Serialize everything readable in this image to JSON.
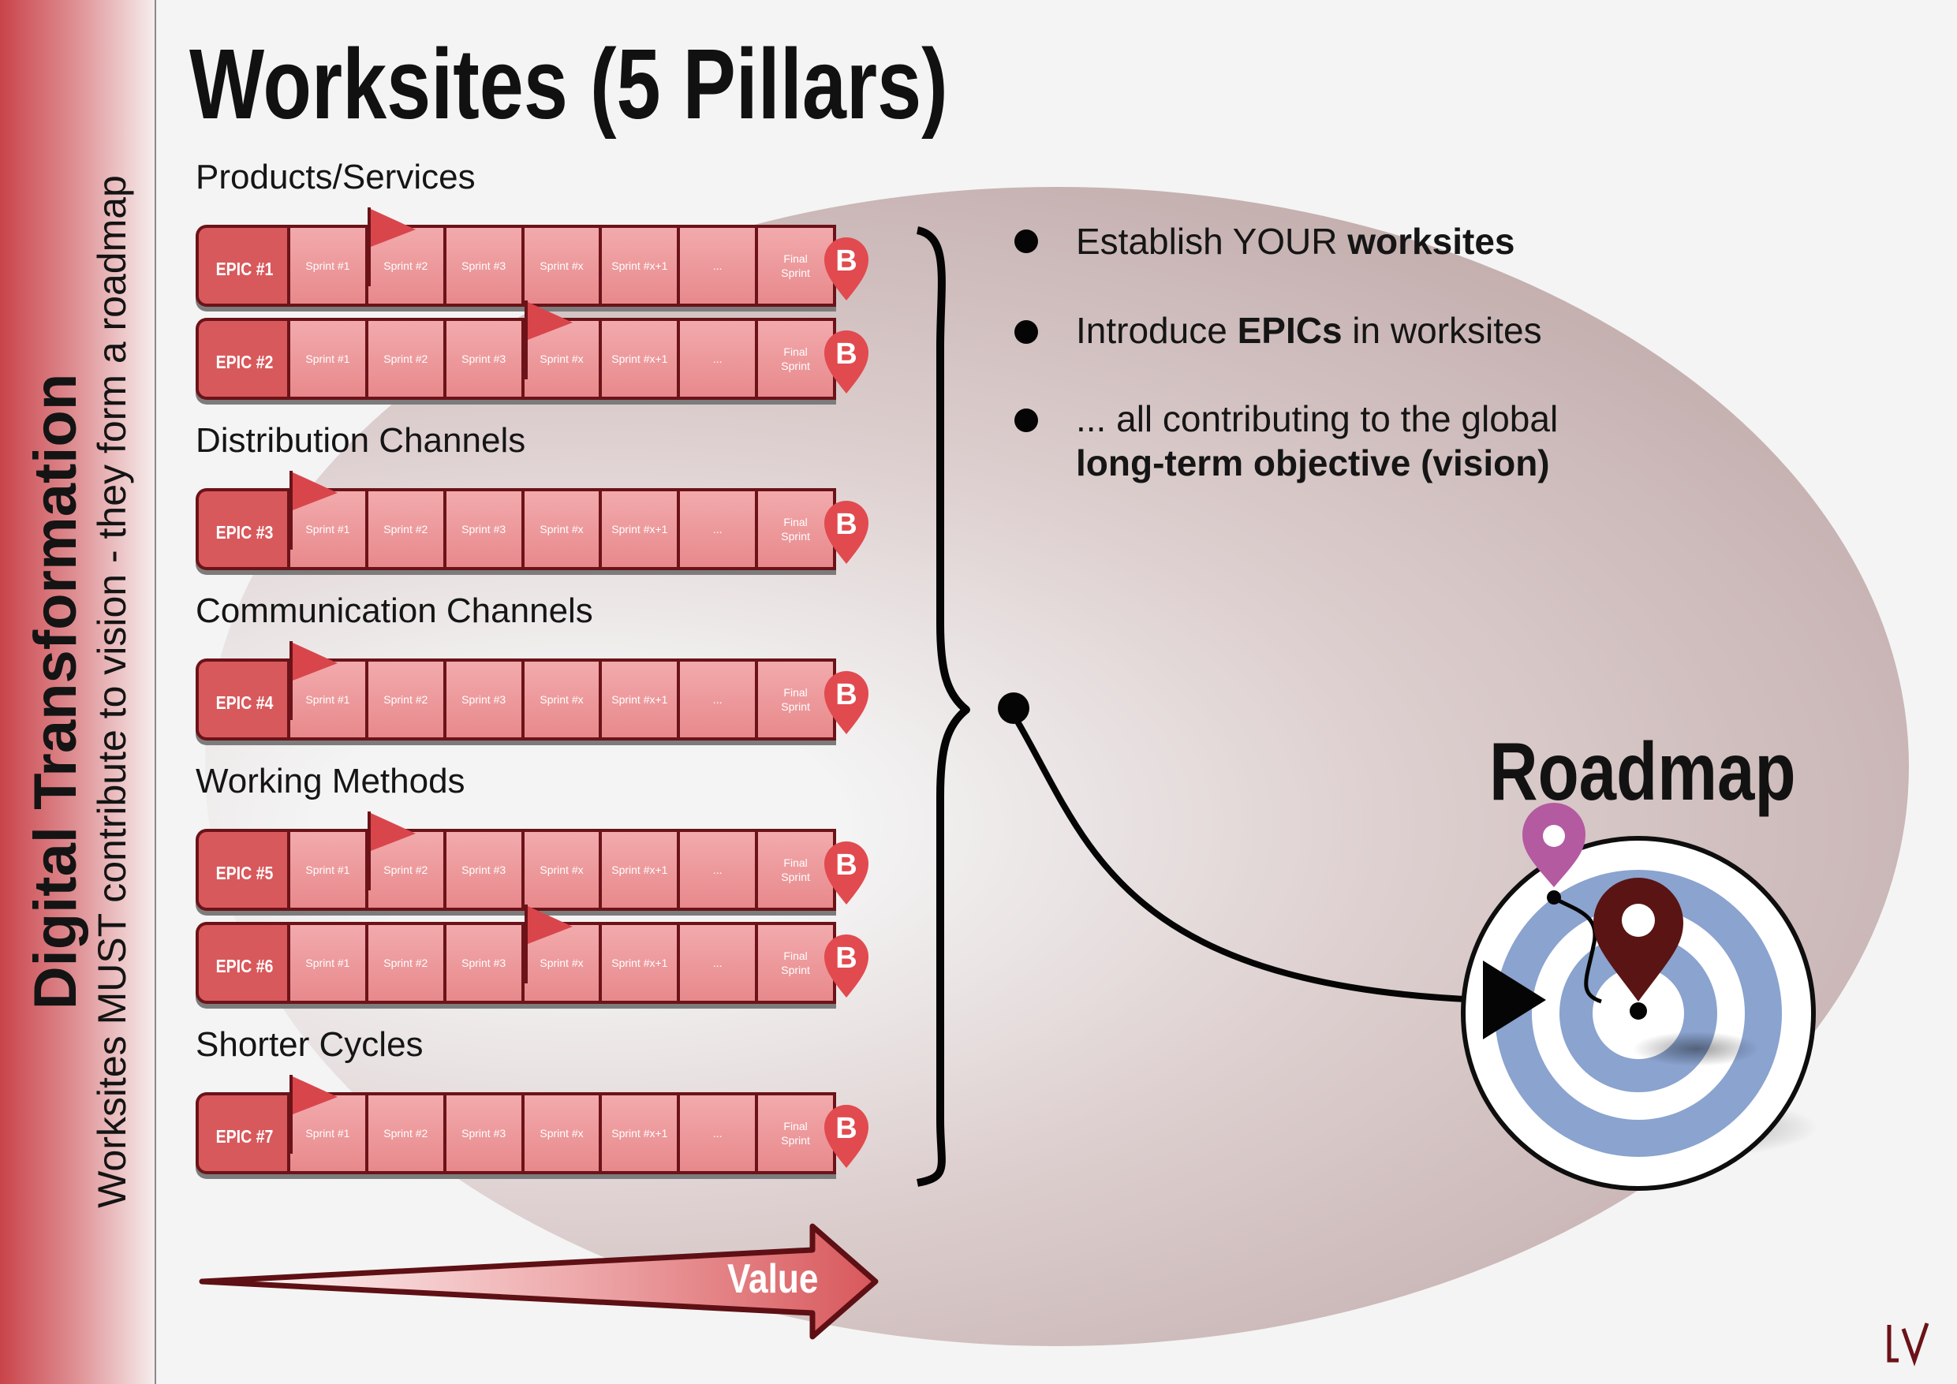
{
  "sidebar": {
    "title": "Digital Transformation",
    "subtitle": "Worksites MUST contribute to vision - they form a roadmap"
  },
  "title": "Worksites (5 Pillars)",
  "categories": [
    {
      "label": "Products/Services"
    },
    {
      "label": "Distribution Channels"
    },
    {
      "label": "Communication Channels"
    },
    {
      "label": "Working Methods"
    },
    {
      "label": "Shorter Cycles"
    }
  ],
  "epics": [
    {
      "label": "EPIC #1",
      "sprints": [
        "Sprint #1",
        "Sprint #2",
        "Sprint #3",
        "Sprint #x",
        "Sprint #x+1",
        "...",
        "Final Sprint"
      ],
      "flag_sprint": 2
    },
    {
      "label": "EPIC #2",
      "sprints": [
        "Sprint #1",
        "Sprint #2",
        "Sprint #3",
        "Sprint #x",
        "Sprint #x+1",
        "...",
        "Final Sprint"
      ],
      "flag_sprint": 4
    },
    {
      "label": "EPIC #3",
      "sprints": [
        "Sprint #1",
        "Sprint #2",
        "Sprint #3",
        "Sprint #x",
        "Sprint #x+1",
        "...",
        "Final Sprint"
      ],
      "flag_sprint": 1
    },
    {
      "label": "EPIC #4",
      "sprints": [
        "Sprint #1",
        "Sprint #2",
        "Sprint #3",
        "Sprint #x",
        "Sprint #x+1",
        "...",
        "Final Sprint"
      ],
      "flag_sprint": 1
    },
    {
      "label": "EPIC #5",
      "sprints": [
        "Sprint #1",
        "Sprint #2",
        "Sprint #3",
        "Sprint #x",
        "Sprint #x+1",
        "...",
        "Final Sprint"
      ],
      "flag_sprint": 2
    },
    {
      "label": "EPIC #6",
      "sprints": [
        "Sprint #1",
        "Sprint #2",
        "Sprint #3",
        "Sprint #x",
        "Sprint #x+1",
        "...",
        "Final Sprint"
      ],
      "flag_sprint": 4
    },
    {
      "label": "EPIC #7",
      "sprints": [
        "Sprint #1",
        "Sprint #2",
        "Sprint #3",
        "Sprint #x",
        "Sprint #x+1",
        "...",
        "Final Sprint"
      ],
      "flag_sprint": 1
    }
  ],
  "bullets": [
    {
      "text": "Establish YOUR ",
      "bold": "worksites",
      "after": ""
    },
    {
      "text": "Introduce ",
      "bold": "EPICs",
      "after": " in worksites"
    },
    {
      "text": "... all contributing to the global",
      "bold": "long-term objective (vision)",
      "after": ""
    }
  ],
  "roadmap": {
    "label": "Roadmap"
  },
  "value_arrow": {
    "label": "Value"
  },
  "icons": {
    "pin": "map-pin-icon",
    "flag": "flag-icon",
    "target": "target-icon",
    "logo": "logo-icon",
    "brace": "curly-brace"
  },
  "colors": {
    "accent": "#d8595c",
    "dark_red": "#6b1318",
    "sprint": "#ed9a9d",
    "pin": "#e14a4f",
    "target_ring": "#8aa3cf",
    "roadmap_pin": "#5a1414",
    "waypoint_pin": "#b45aa0"
  }
}
